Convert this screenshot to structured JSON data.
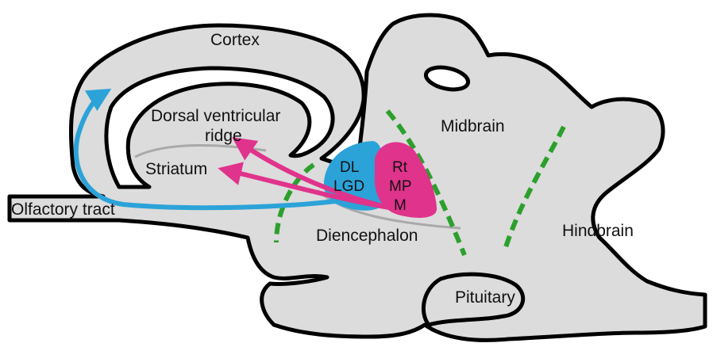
{
  "labels": {
    "cortex": "Cortex",
    "dorsal_ventricular_ridge_line1": "Dorsal ventricular",
    "dorsal_ventricular_ridge_line2": "ridge",
    "striatum": "Striatum",
    "olfactory_tract": "Olfactory tract",
    "midbrain": "Midbrain",
    "diencephalon": "Diencephalon",
    "hindbrain": "Hindbrain",
    "pituitary": "Pituitary",
    "blue_nucleus_line1": "DL",
    "blue_nucleus_line2": "LGD",
    "pink_nucleus_line1": "Rt",
    "pink_nucleus_line2": "MP",
    "pink_nucleus_line3": "M"
  },
  "colors": {
    "brain_fill": "#dcdcdc",
    "outline": "#000000",
    "boundary_dashes": "#2ca02c",
    "blue_pathway": "#2ba3d8",
    "pink_pathway": "#e0338c",
    "gray_line": "#a9a9a9"
  }
}
